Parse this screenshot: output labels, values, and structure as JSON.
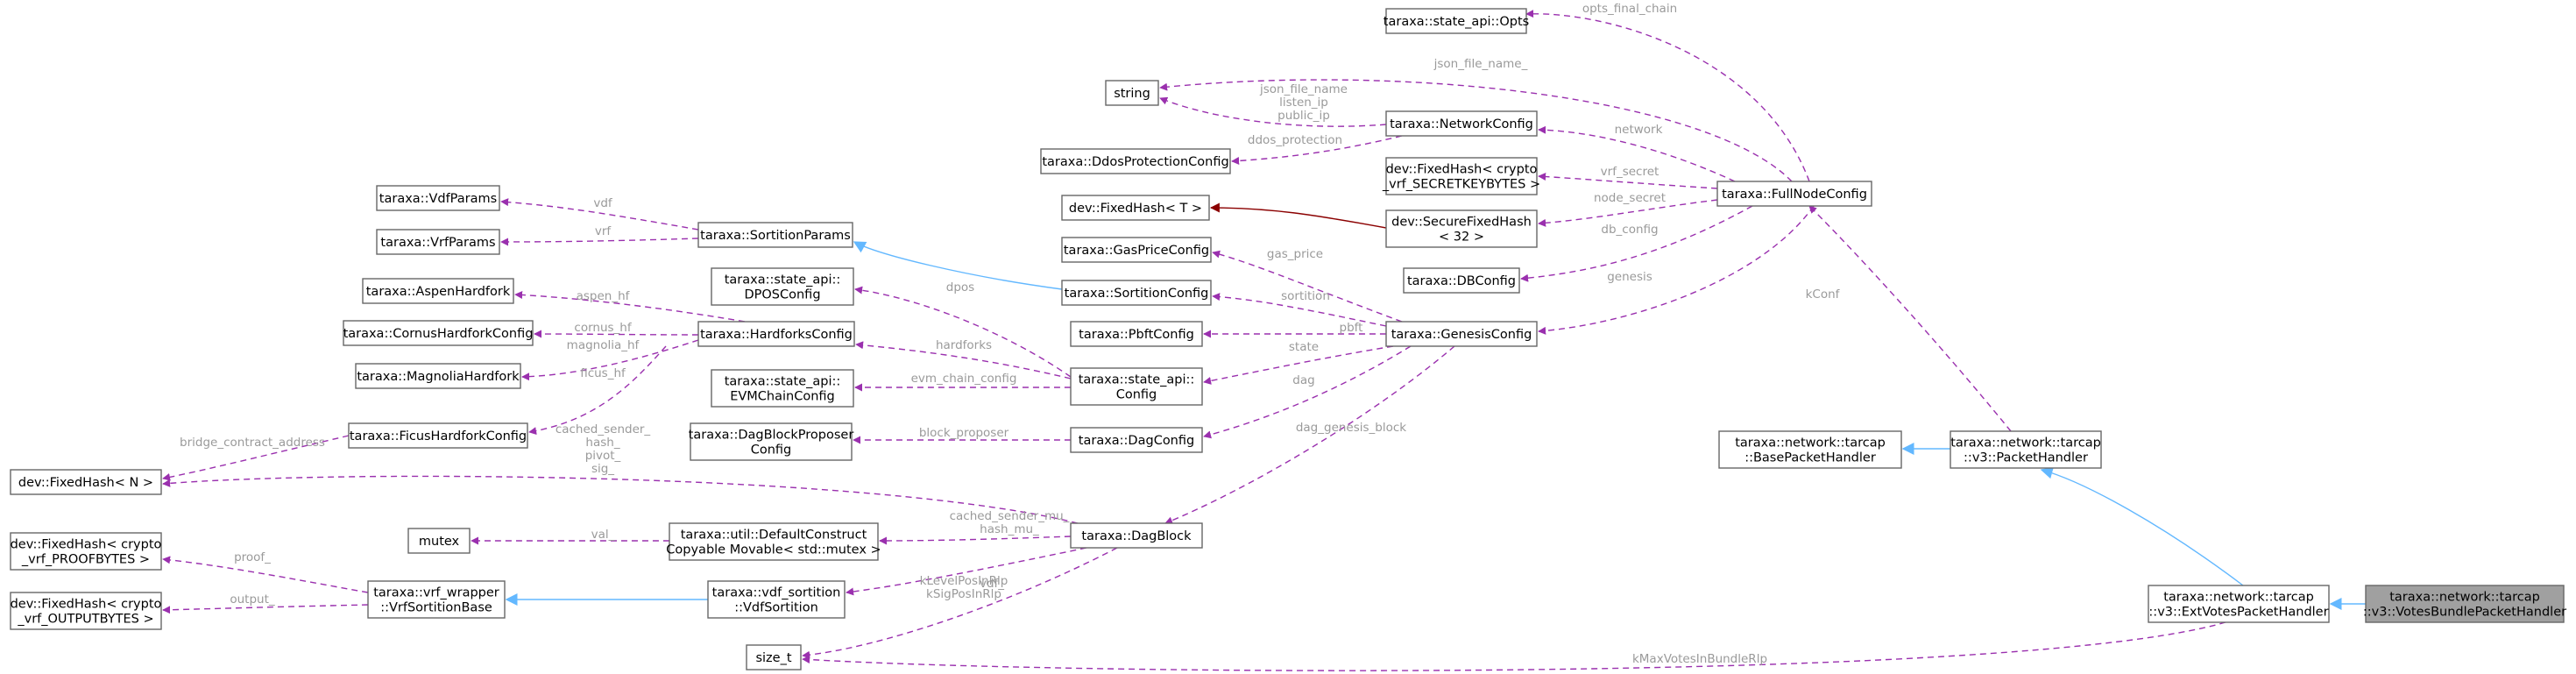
{
  "colors": {
    "usage_edge": "#9a30ae",
    "inheritance_edge": "#63b8ff",
    "template_edge": "#8b0000",
    "label": "#9a9a9a",
    "highlight_fill": "#a0a0a0"
  },
  "nodes": {
    "opts": [
      "taraxa::state_api::Opts"
    ],
    "string": [
      "string"
    ],
    "networkcfg": [
      "taraxa::NetworkConfig"
    ],
    "ddos": [
      "taraxa::DdosProtectionConfig"
    ],
    "fh_secret": [
      "dev::FixedHash< crypto",
      "_vrf_SECRETKEYBYTES >"
    ],
    "fh_t": [
      "dev::FixedHash< T >"
    ],
    "securefh": [
      "dev::SecureFixedHash",
      "< 32 >"
    ],
    "dbconfig": [
      "taraxa::DBConfig"
    ],
    "fullnode": [
      "taraxa::FullNodeConfig"
    ],
    "vdfparams": [
      "taraxa::VdfParams"
    ],
    "vrfparams": [
      "taraxa::VrfParams"
    ],
    "sortparams": [
      "taraxa::SortitionParams"
    ],
    "gasprice": [
      "taraxa::GasPriceConfig"
    ],
    "sortconfig": [
      "taraxa::SortitionConfig"
    ],
    "dposconfig": [
      "taraxa::state_api::",
      "DPOSConfig"
    ],
    "aspen": [
      "taraxa::AspenHardfork"
    ],
    "cornus": [
      "taraxa::CornusHardforkConfig"
    ],
    "hardforks": [
      "taraxa::HardforksConfig"
    ],
    "magnolia": [
      "taraxa::MagnoliaHardfork"
    ],
    "pbft": [
      "taraxa::PbftConfig"
    ],
    "genesis": [
      "taraxa::GenesisConfig"
    ],
    "evmchain": [
      "taraxa::state_api::",
      "EVMChainConfig"
    ],
    "stateconfig": [
      "taraxa::state_api::",
      "Config"
    ],
    "ficus": [
      "taraxa::FicusHardforkConfig"
    ],
    "dagproposer": [
      "taraxa::DagBlockProposer",
      "Config"
    ],
    "dagconfig": [
      "taraxa::DagConfig"
    ],
    "fh_n": [
      "dev::FixedHash< N >"
    ],
    "mutex": [
      "mutex"
    ],
    "defaultconstruct": [
      "taraxa::util::DefaultConstruct",
      "Copyable Movable< std::mutex >"
    ],
    "dagblock": [
      "taraxa::DagBlock"
    ],
    "basepacket": [
      "taraxa::network::tarcap",
      "::BasePacketHandler"
    ],
    "packethandler": [
      "taraxa::network::tarcap",
      "::v3::PacketHandler"
    ],
    "fh_proof": [
      "dev::FixedHash< crypto",
      "_vrf_PROOFBYTES >"
    ],
    "fh_output": [
      "dev::FixedHash< crypto",
      "_vrf_OUTPUTBYTES >"
    ],
    "vrfsortbase": [
      "taraxa::vrf_wrapper",
      "::VrfSortitionBase"
    ],
    "vdfsort": [
      "taraxa::vdf_sortition",
      "::VdfSortition"
    ],
    "size_t": [
      "size_t"
    ],
    "extvotes": [
      "taraxa::network::tarcap",
      "::v3::ExtVotesPacketHandler"
    ],
    "votesbundle": [
      "taraxa::network::tarcap",
      "::v3::VotesBundlePacketHandler"
    ]
  },
  "edge_labels": {
    "opts_final_chain": [
      "opts_final_chain"
    ],
    "json_file_name": [
      "json_file_name_"
    ],
    "netcfg_string": [
      "json_file_name",
      "listen_ip",
      "public_ip"
    ],
    "network": [
      "network"
    ],
    "ddos_protection": [
      "ddos_protection"
    ],
    "vrf_secret": [
      "vrf_secret"
    ],
    "node_secret": [
      "node_secret"
    ],
    "db_config": [
      "db_config"
    ],
    "genesis": [
      "genesis"
    ],
    "vdf": [
      "vdf"
    ],
    "vrf": [
      "vrf"
    ],
    "gas_price": [
      "gas_price"
    ],
    "sortition": [
      "sortition"
    ],
    "dpos": [
      "dpos"
    ],
    "aspen_hf": [
      "aspen_hf"
    ],
    "cornus_hf": [
      "cornus_hf"
    ],
    "magnolia_hf": [
      "magnolia_hf"
    ],
    "hardforks": [
      "hardforks"
    ],
    "pbft": [
      "pbft"
    ],
    "state": [
      "state"
    ],
    "ficus_hf": [
      "ficus_hf"
    ],
    "evm_chain_config": [
      "evm_chain_config"
    ],
    "dag": [
      "dag"
    ],
    "block_proposer": [
      "block_proposer"
    ],
    "bridge_contract_address": [
      "bridge_contract_address"
    ],
    "dag_genesis_block": [
      "dag_genesis_block"
    ],
    "cached_sender": [
      "cached_sender_",
      "hash_",
      "pivot_",
      "sig_"
    ],
    "vdf_dag": [
      "vdf_"
    ],
    "val": [
      "val_"
    ],
    "cached_sender_mu": [
      "cached_sender_mu_",
      "hash_mu_"
    ],
    "kconf": [
      "kConf"
    ],
    "proof": [
      "proof_"
    ],
    "output": [
      "output_"
    ],
    "klevel": [
      "kLevelPosInRlp",
      "kSigPosInRlp"
    ],
    "kmaxvotes": [
      "kMaxVotesInBundleRlp"
    ]
  }
}
